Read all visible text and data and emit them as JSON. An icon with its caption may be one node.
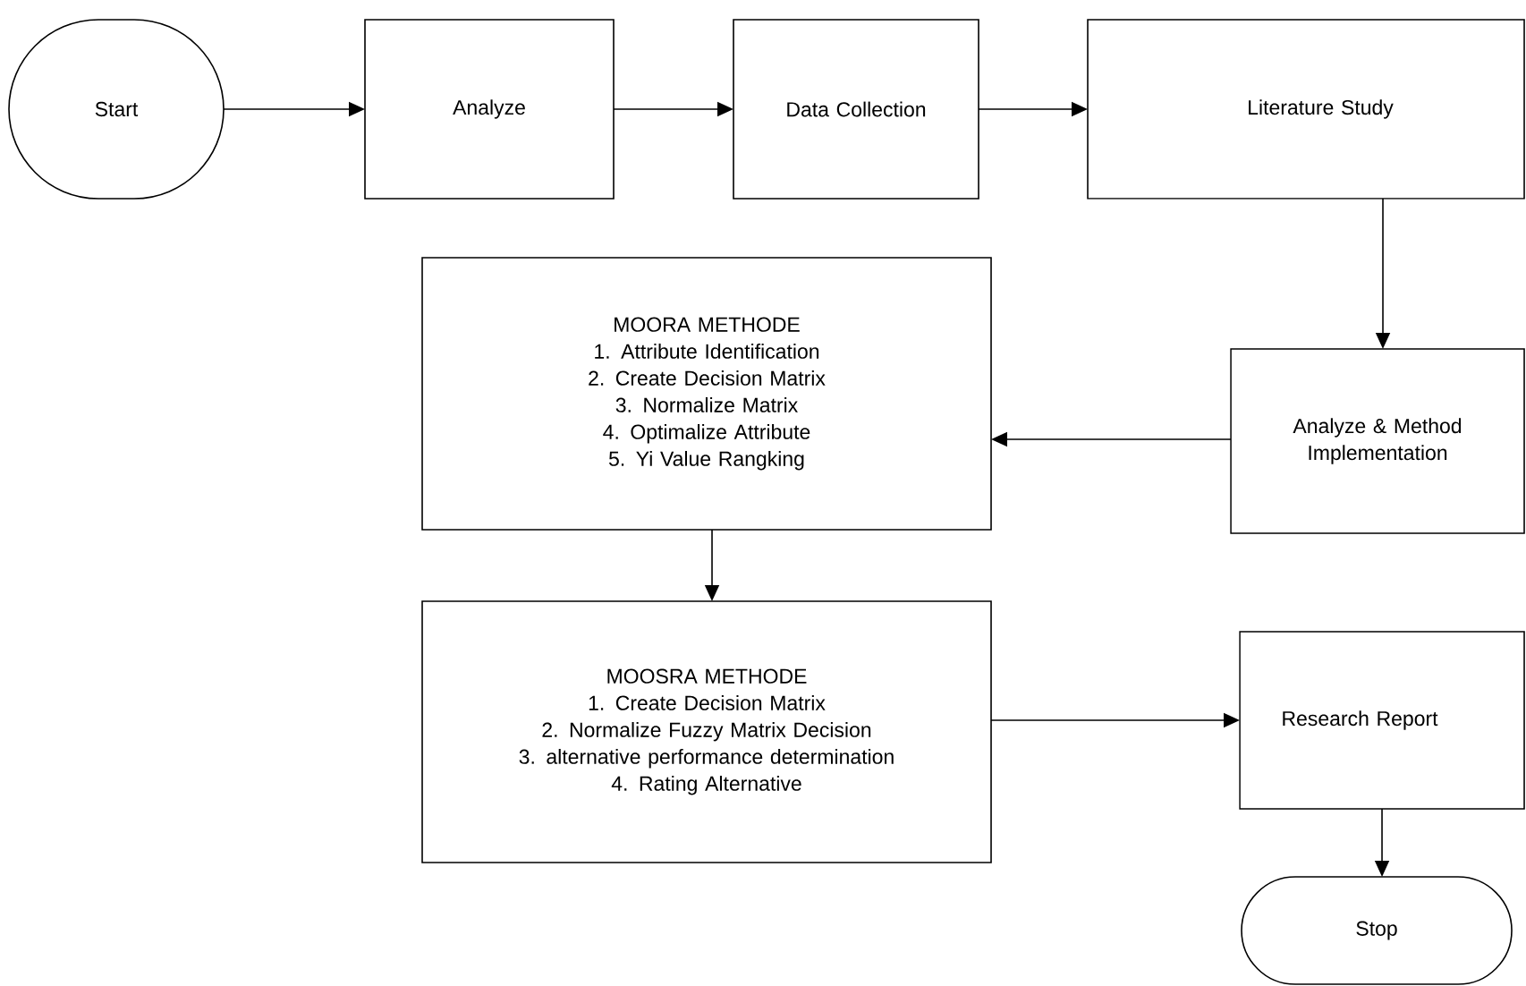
{
  "diagram": {
    "nodes": [
      {
        "text": [
          "Start"
        ]
      },
      {
        "text": [
          "Analyze"
        ]
      },
      {
        "text": [
          "Data Collection"
        ]
      },
      {
        "text": [
          "Literature Study"
        ]
      },
      {
        "text": [
          "Analyze & Method Implementation"
        ]
      },
      {
        "text": [
          "MOORA METHODE",
          "1. Attribute Identification",
          "2. Create Decision Matrix",
          "3. Normalize Matrix",
          "4. Optimalize Attribute",
          "5. Yi Value Rangking"
        ]
      },
      {
        "text": [
          "MOOSRA METHODE",
          "1. Create Decision Matrix",
          "2.  Normalize Fuzzy Matrix Decision",
          "3. alternative performance determination",
          "4. Rating Alternative"
        ]
      },
      {
        "text": [
          "Research Report"
        ]
      },
      {
        "text": [
          "Stop"
        ]
      }
    ],
    "edges": [
      {
        "from": 0,
        "to": 1,
        "arrow": "to"
      },
      {
        "from": 1,
        "to": 2,
        "arrow": "to"
      },
      {
        "from": 2,
        "to": 3,
        "arrow": "to"
      },
      {
        "from": 3,
        "to": 4,
        "arrow": "to"
      },
      {
        "from": 4,
        "to": 5,
        "arrow": "to"
      },
      {
        "from": 5,
        "to": 6,
        "arrow": "to"
      },
      {
        "from": 6,
        "to": 7,
        "arrow": "to"
      },
      {
        "from": 7,
        "to": 8,
        "arrow": "to"
      }
    ]
  }
}
